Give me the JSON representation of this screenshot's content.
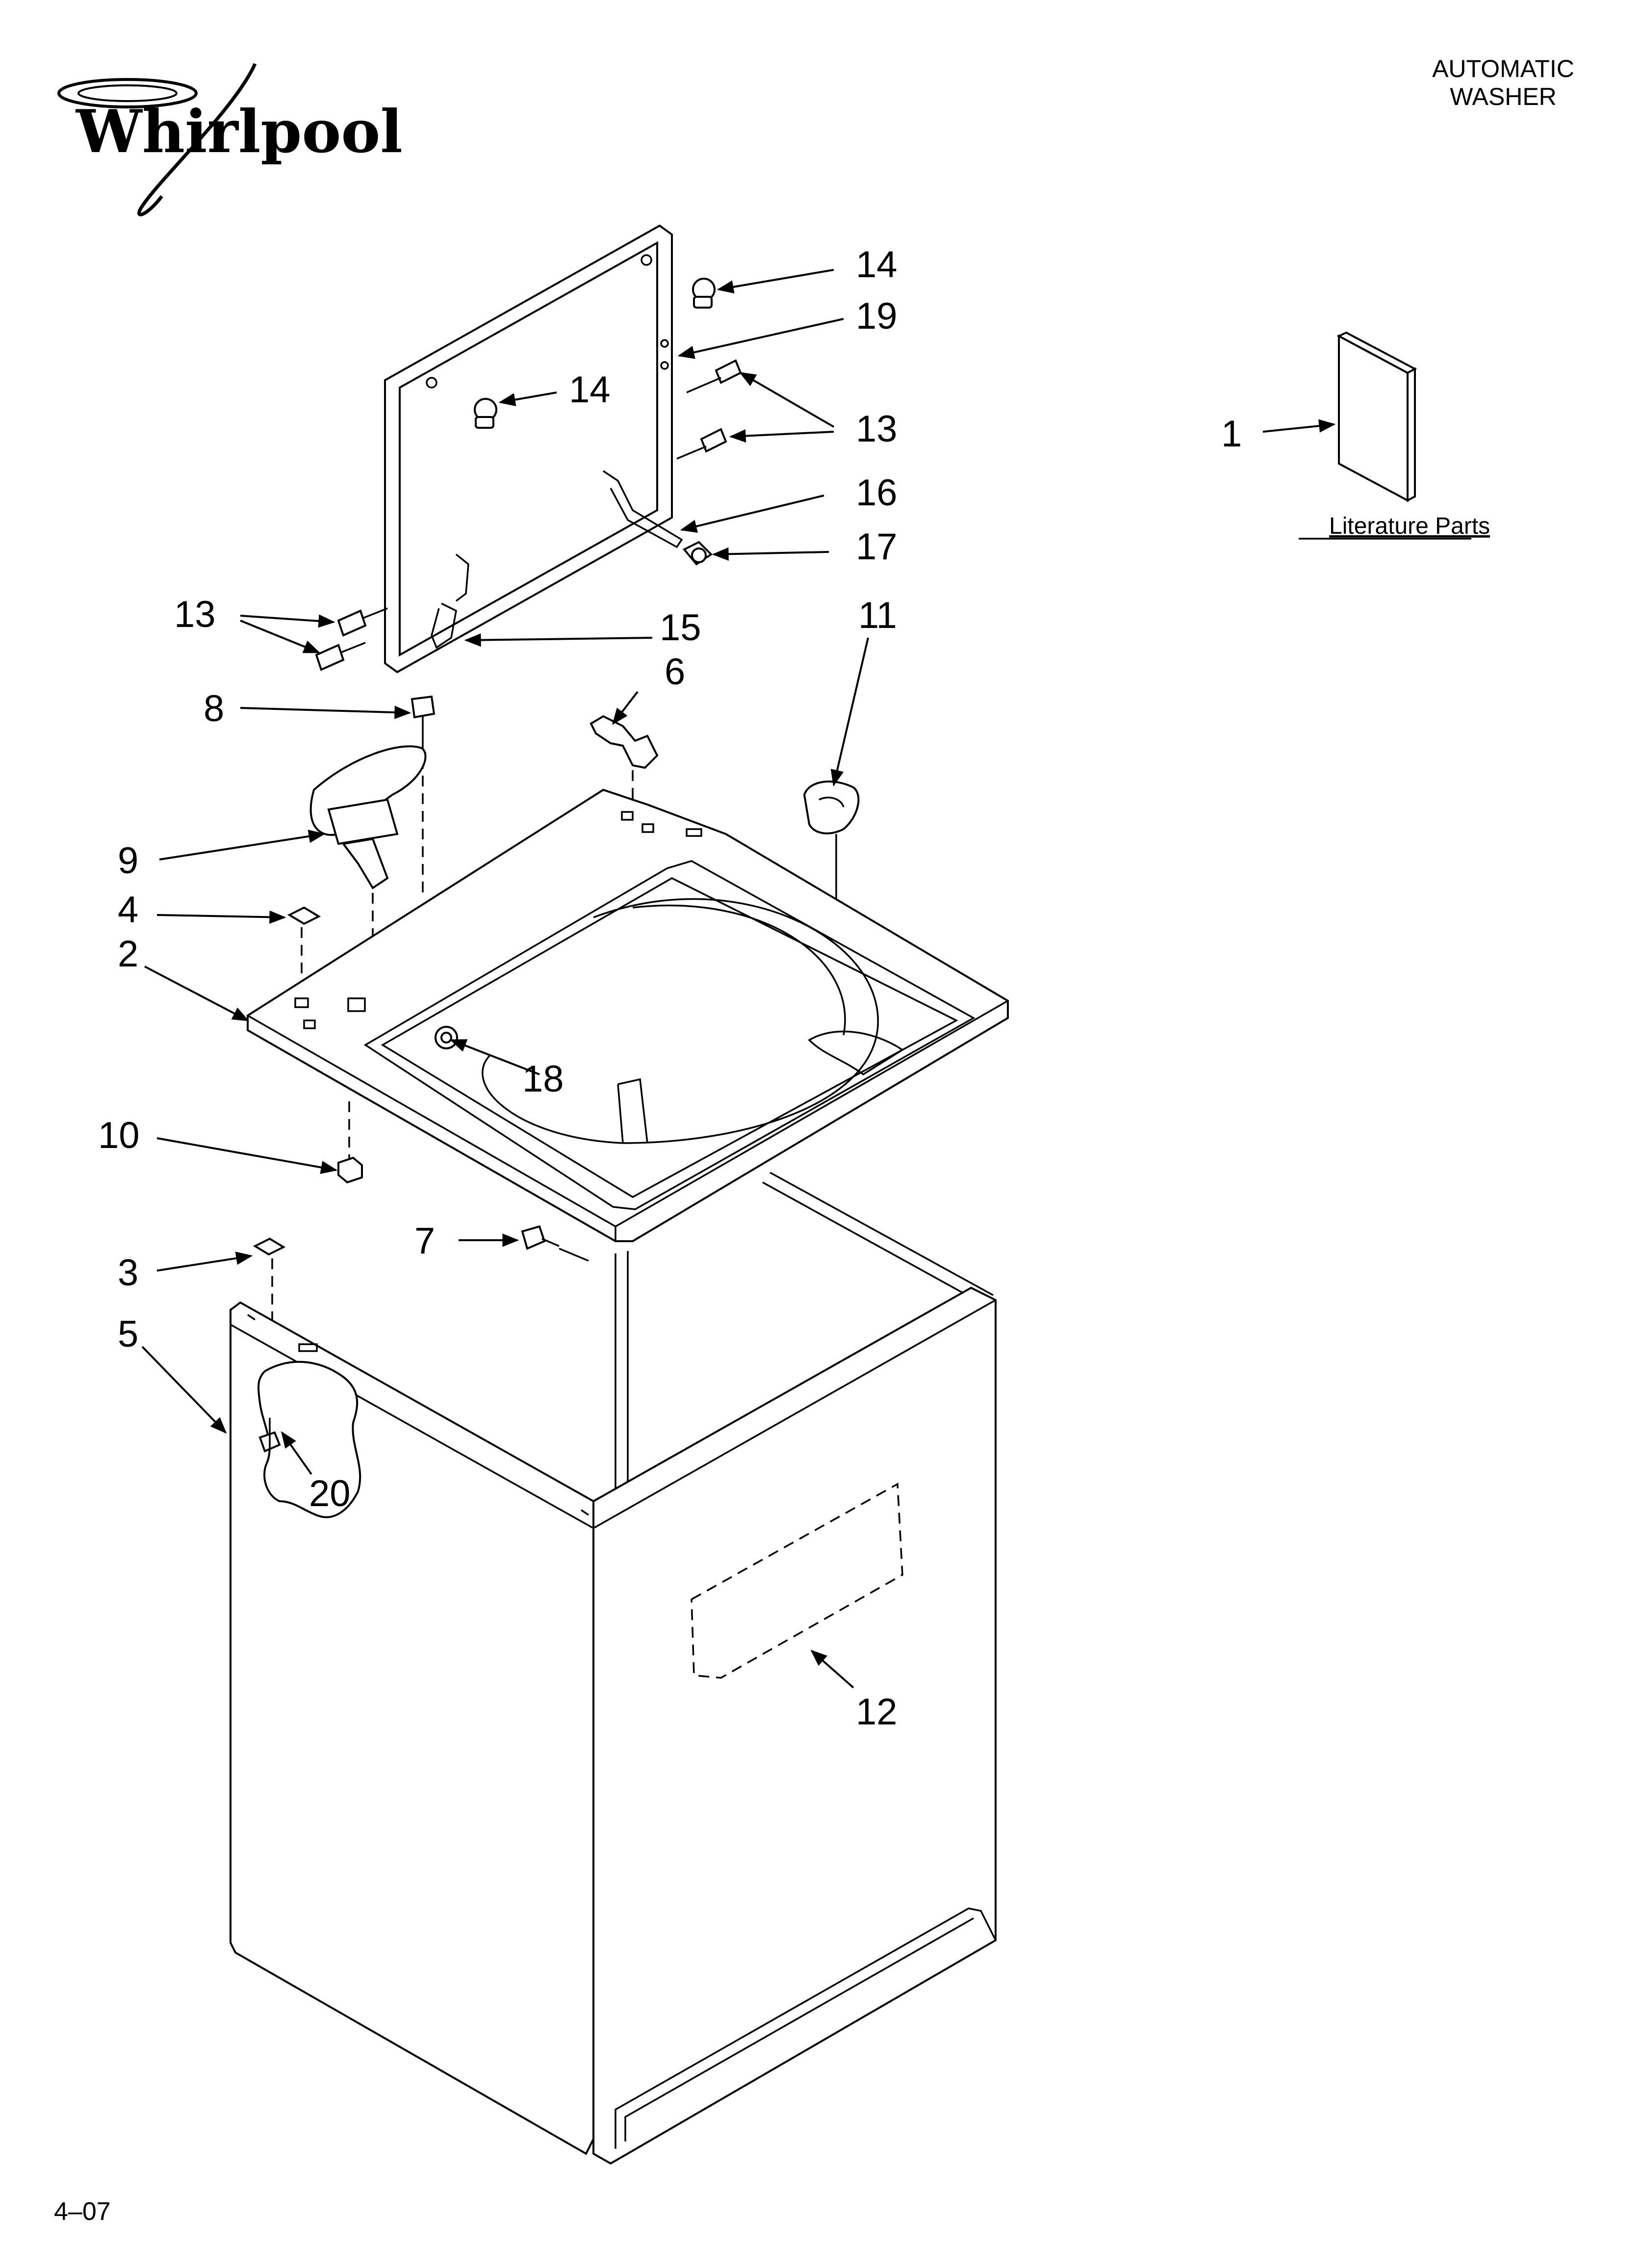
{
  "header": {
    "brand": "Whirlpool",
    "title_line1": "AUTOMATIC",
    "title_line2": "WASHER"
  },
  "literature": {
    "label": "Literature Parts"
  },
  "callouts": [
    {
      "id": "c1",
      "label": "1"
    },
    {
      "id": "c2",
      "label": "2"
    },
    {
      "id": "c3",
      "label": "3"
    },
    {
      "id": "c4",
      "label": "4"
    },
    {
      "id": "c5",
      "label": "5"
    },
    {
      "id": "c6",
      "label": "6"
    },
    {
      "id": "c7",
      "label": "7"
    },
    {
      "id": "c8",
      "label": "8"
    },
    {
      "id": "c9",
      "label": "9"
    },
    {
      "id": "c10",
      "label": "10"
    },
    {
      "id": "c11",
      "label": "11"
    },
    {
      "id": "c12",
      "label": "12"
    },
    {
      "id": "c13a",
      "label": "13"
    },
    {
      "id": "c13b",
      "label": "13"
    },
    {
      "id": "c14a",
      "label": "14"
    },
    {
      "id": "c14b",
      "label": "14"
    },
    {
      "id": "c15",
      "label": "15"
    },
    {
      "id": "c16",
      "label": "16"
    },
    {
      "id": "c17",
      "label": "17"
    },
    {
      "id": "c18",
      "label": "18"
    },
    {
      "id": "c19",
      "label": "19"
    },
    {
      "id": "c20",
      "label": "20"
    }
  ],
  "footer": {
    "page_code": "4–07"
  }
}
